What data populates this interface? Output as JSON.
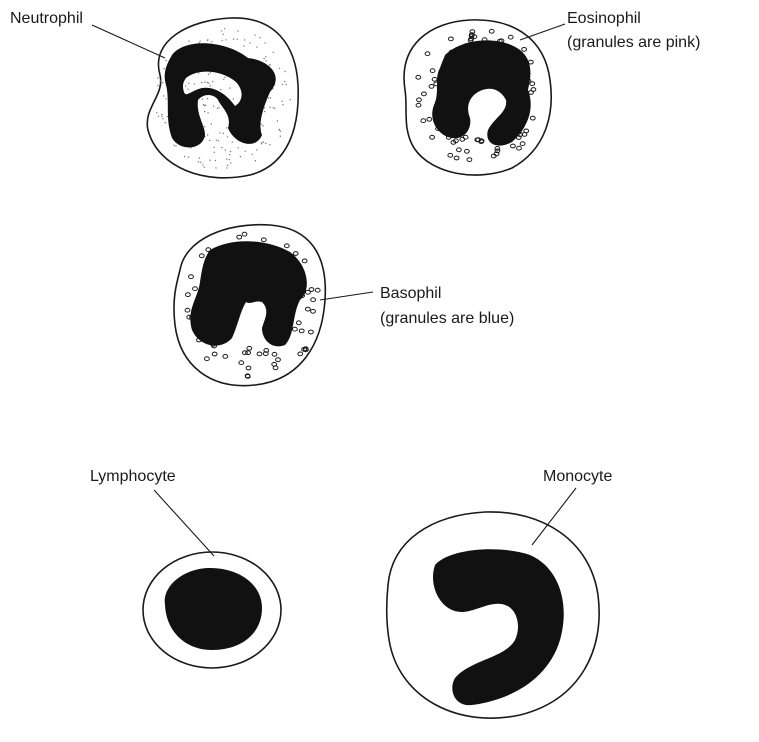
{
  "labels": {
    "neutrophil": "Neutrophil",
    "eosinophil_line1": "Eosinophil",
    "eosinophil_line2": "(granules are pink)",
    "basophil_line1": "Basophil",
    "basophil_line2": "(granules are blue)",
    "lymphocyte": "Lymphocyte",
    "monocyte": "Monocyte"
  }
}
